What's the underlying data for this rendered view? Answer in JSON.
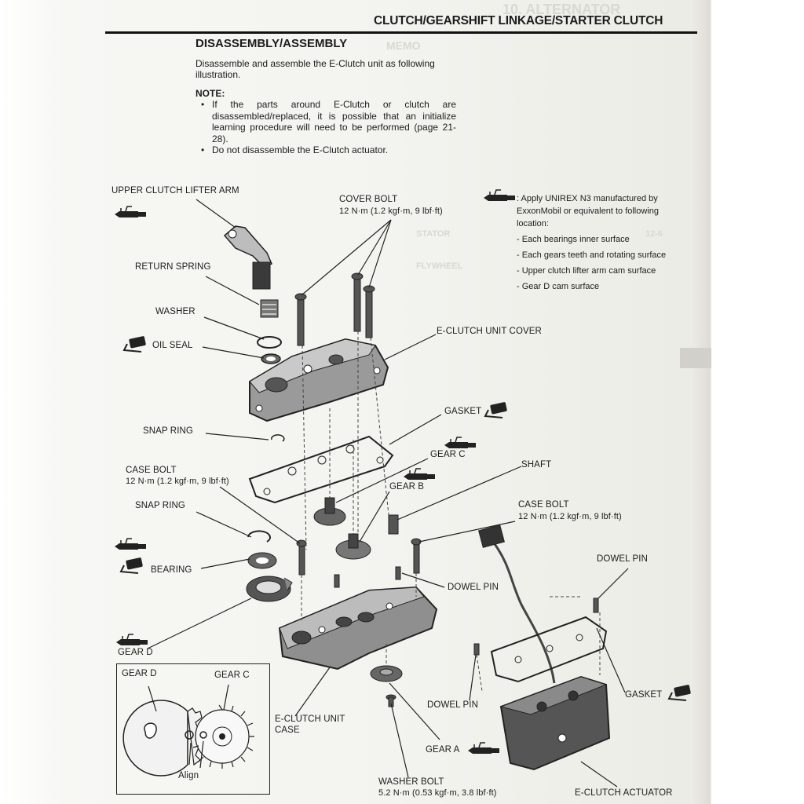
{
  "header": {
    "title": "CLUTCH/GEARSHIFT LINKAGE/STARTER CLUTCH"
  },
  "section": {
    "title": "DISASSEMBLY/ASSEMBLY",
    "intro": "Disassemble and assemble the E-Clutch unit as following illustration.",
    "note_heading": "NOTE:",
    "notes": [
      "If the parts around E-Clutch or clutch are disassembled/replaced, it is possible that an initialize learning procedure will need to be performed (page 21-28).",
      "Do not disassemble the E-Clutch actuator."
    ]
  },
  "legend": {
    "icon_text": "GREASE",
    "line1": ": Apply UNIREX N3 manufactured by",
    "line2": "ExxonMobil or equivalent to following",
    "line3": "location:",
    "items": [
      "- Each bearings inner surface",
      "- Each gears teeth and rotating surface",
      "- Upper clutch lifter arm cam surface",
      "- Gear D cam surface"
    ]
  },
  "bleed_through": {
    "title": "10. ALTERNATOR",
    "memo": "MEMO",
    "stator": "STATOR",
    "flywheel": "FLYWHEEL",
    "page_ref": "12-6"
  },
  "labels": {
    "upper_clutch_lifter_arm": "UPPER CLUTCH LIFTER ARM",
    "cover_bolt": "COVER BOLT",
    "cover_bolt_torque": "12 N·m (1.2 kgf·m, 9 lbf·ft)",
    "return_spring": "RETURN SPRING",
    "washer": "WASHER",
    "oil_seal": "OIL SEAL",
    "e_clutch_unit_cover": "E-CLUTCH UNIT COVER",
    "snap_ring_1": "SNAP RING",
    "gasket_1": "GASKET",
    "gear_c": "GEAR C",
    "case_bolt_1": "CASE BOLT",
    "case_bolt_1_torque": "12 N·m (1.2 kgf·m, 9 lbf·ft)",
    "gear_b": "GEAR B",
    "shaft": "SHAFT",
    "snap_ring_2": "SNAP RING",
    "case_bolt_2": "CASE BOLT",
    "case_bolt_2_torque": "12 N·m (1.2 kgf·m, 9 lbf·ft)",
    "dowel_pin_1": "DOWEL PIN",
    "bearing": "BEARING",
    "dowel_pin_2": "DOWEL PIN",
    "gear_d": "GEAR D",
    "gasket_2": "GASKET",
    "dowel_pin_3": "DOWEL PIN",
    "e_clutch_unit_case_l1": "E-CLUTCH UNIT",
    "e_clutch_unit_case_l2": "CASE",
    "gear_a": "GEAR A",
    "washer_bolt": "WASHER BOLT",
    "washer_bolt_torque": "5.2 N·m (0.53 kgf·m, 3.8 lbf·ft)",
    "e_clutch_actuator": "E-CLUTCH ACTUATOR"
  },
  "inset": {
    "gear_d": "GEAR D",
    "gear_c": "GEAR C",
    "align": "Align"
  },
  "symbols": {
    "new": "NEW",
    "grease": "GREASE"
  }
}
